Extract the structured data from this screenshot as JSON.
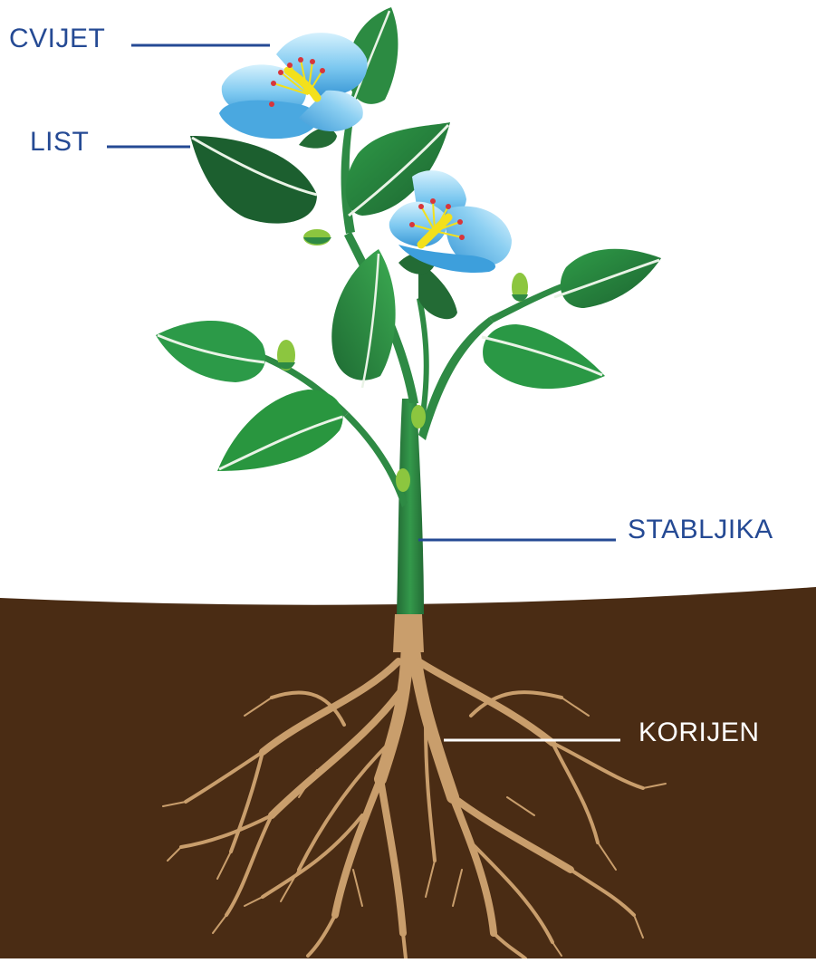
{
  "labels": {
    "flower": "CVIJET",
    "leaf": "LIST",
    "stem": "STABLJIKA",
    "root": "KORIJEN"
  },
  "colors": {
    "label_text": "#254a94",
    "label_line_dark": "#254a94",
    "label_line_light": "#ffffff",
    "soil": "#4a2c14",
    "root": "#c99e6c",
    "stem": "#2f8d45",
    "leaf_light": "#33a34b",
    "leaf_dark": "#1b5b2c",
    "petal_light": "#c9ecfb",
    "petal_dark": "#3d9fdc",
    "pistil": "#f3e01c",
    "stamen_tip": "#d8353b"
  }
}
